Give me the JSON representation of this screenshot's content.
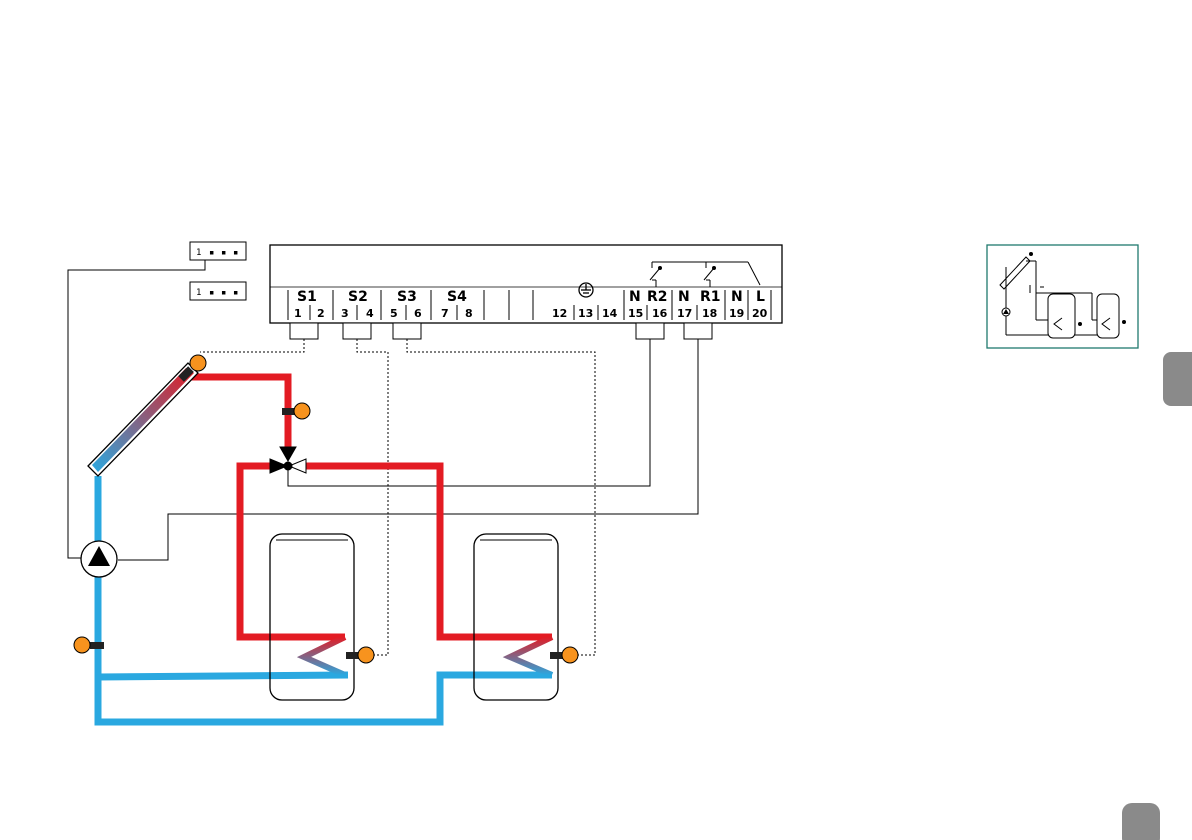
{
  "terminal_block": {
    "groups": [
      {
        "label": "S1"
      },
      {
        "label": "S2"
      },
      {
        "label": "S3"
      },
      {
        "label": "S4"
      },
      {
        "label": "N"
      },
      {
        "label": "R2"
      },
      {
        "label": "N"
      },
      {
        "label": "R1"
      },
      {
        "label": "N"
      },
      {
        "label": "L"
      }
    ],
    "numbers": [
      "1",
      "2",
      "3",
      "4",
      "5",
      "6",
      "7",
      "8",
      "12",
      "13",
      "14",
      "15",
      "16",
      "17",
      "18",
      "19",
      "20"
    ],
    "ground_symbol": "ground-icon"
  },
  "connectors": [
    {
      "pins": [
        "1",
        "▪",
        "▪",
        "▪"
      ]
    },
    {
      "pins": [
        "1",
        "▪",
        "▪",
        "▪"
      ]
    }
  ],
  "colors": {
    "hot_pipe": "#e31b23",
    "cold_pipe": "#2aa8e0",
    "sensor": "#f7931e",
    "inset_border": "#1f7a6e",
    "page_tab": "#8a8a8a"
  },
  "page": {
    "number": ""
  }
}
